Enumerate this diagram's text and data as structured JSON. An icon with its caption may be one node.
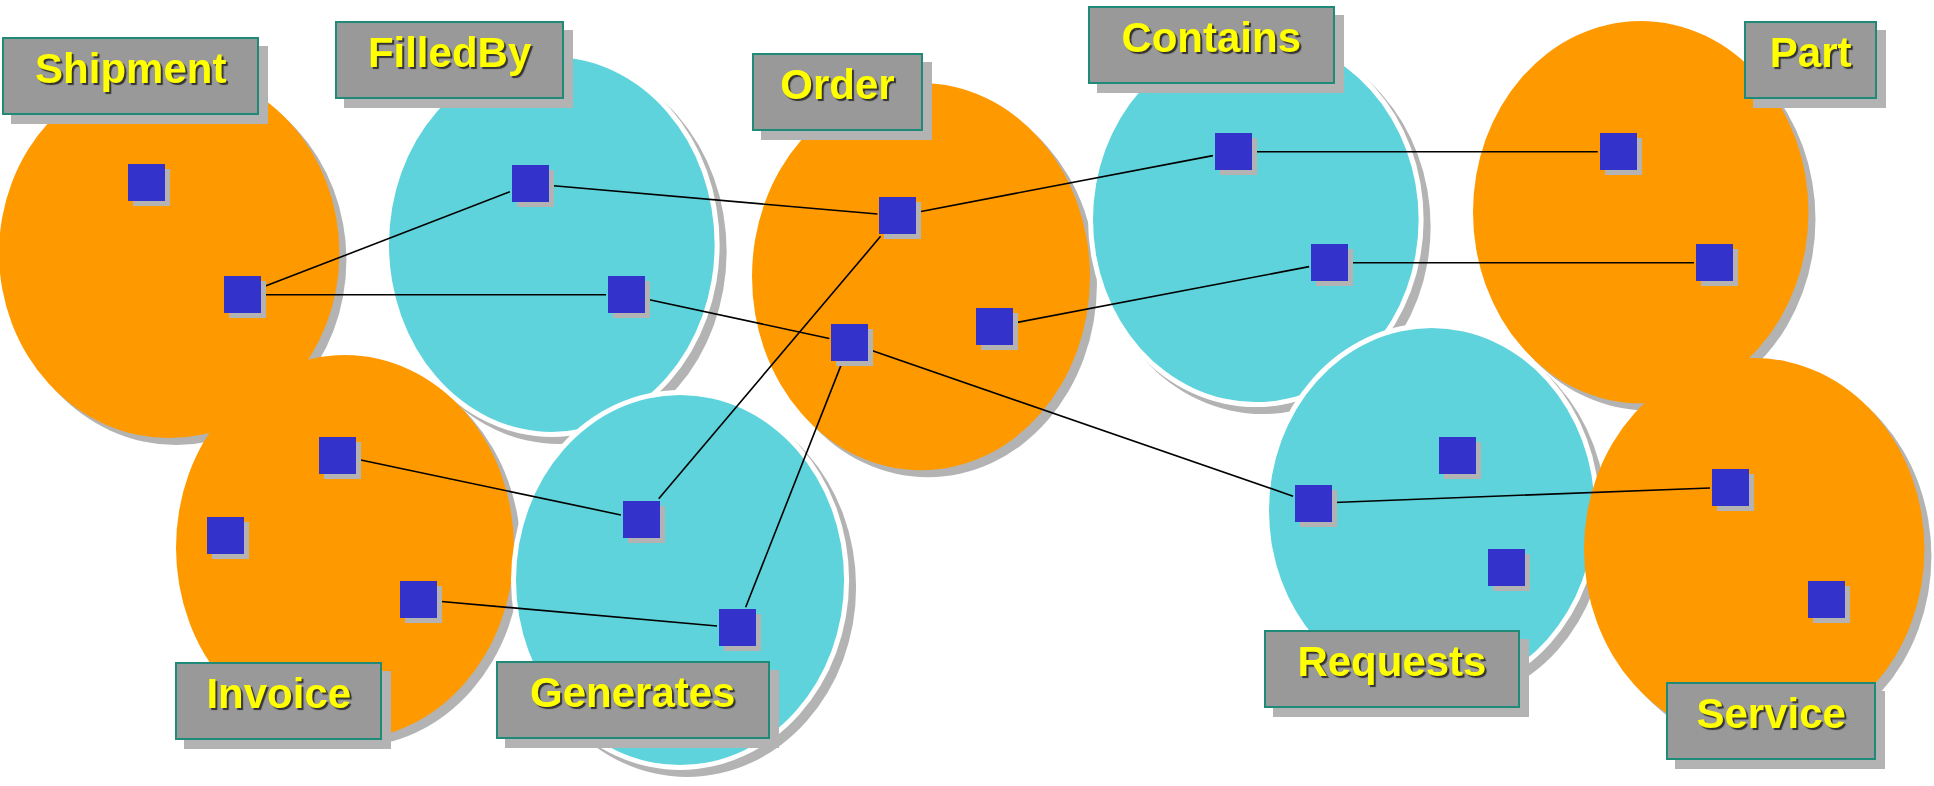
{
  "diagram": {
    "nodes": [
      {
        "text": [
          "Shipment"
        ]
      },
      {
        "text": [],
        "shape": "box",
        "in": 0
      },
      {
        "text": [],
        "shape": "box",
        "in": 0
      },
      {
        "text": [
          "FilledBy"
        ]
      },
      {
        "text": [],
        "shape": "box",
        "in": 3
      },
      {
        "text": [],
        "shape": "box",
        "in": 3
      },
      {
        "text": [
          "Order"
        ]
      },
      {
        "text": [],
        "shape": "box",
        "in": 6
      },
      {
        "text": [],
        "shape": "box",
        "in": 6
      },
      {
        "text": [],
        "shape": "box",
        "in": 6
      },
      {
        "text": [
          "Contains"
        ]
      },
      {
        "text": [],
        "shape": "box",
        "in": 10
      },
      {
        "text": [],
        "shape": "box",
        "in": 10
      },
      {
        "text": [
          "Part"
        ]
      },
      {
        "text": [],
        "shape": "box",
        "in": 13
      },
      {
        "text": [],
        "shape": "box",
        "in": 13
      },
      {
        "text": [
          "Invoice"
        ]
      },
      {
        "text": [],
        "shape": "box",
        "in": 16
      },
      {
        "text": [],
        "shape": "box",
        "in": 16
      },
      {
        "text": [],
        "shape": "box",
        "in": 16
      },
      {
        "text": [
          "Generates"
        ]
      },
      {
        "text": [],
        "shape": "box",
        "in": 20
      },
      {
        "text": [],
        "shape": "box",
        "in": 20
      },
      {
        "text": [
          "Requests"
        ]
      },
      {
        "text": [],
        "shape": "box",
        "in": 23
      },
      {
        "text": [],
        "shape": "box",
        "in": 23
      },
      {
        "text": [],
        "shape": "box",
        "in": 23
      },
      {
        "text": [
          "Service"
        ]
      },
      {
        "text": [],
        "shape": "box",
        "in": 27
      },
      {
        "text": [],
        "shape": "box",
        "in": 27
      }
    ],
    "edges": [
      {
        "from": 2,
        "to": 4,
        "arrow": "none"
      },
      {
        "from": 2,
        "to": 5,
        "arrow": "none"
      },
      {
        "from": 4,
        "to": 7,
        "arrow": "none"
      },
      {
        "from": 5,
        "to": 9,
        "arrow": "none"
      },
      {
        "from": 22,
        "to": 9,
        "arrow": "none"
      },
      {
        "from": 7,
        "to": 21,
        "arrow": "none"
      },
      {
        "from": 7,
        "to": 11,
        "arrow": "none"
      },
      {
        "from": 11,
        "to": 14,
        "arrow": "none"
      },
      {
        "from": 8,
        "to": 12,
        "arrow": "none"
      },
      {
        "from": 12,
        "to": 15,
        "arrow": "none"
      },
      {
        "from": 9,
        "to": 25,
        "arrow": "none"
      },
      {
        "from": 25,
        "to": 28,
        "arrow": "none"
      },
      {
        "from": 17,
        "to": 21,
        "arrow": "none"
      },
      {
        "from": 19,
        "to": 22,
        "arrow": "none"
      }
    ]
  }
}
